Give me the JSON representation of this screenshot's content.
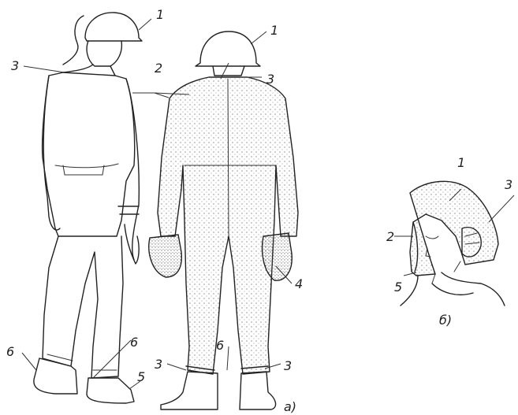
{
  "figure": {
    "callouts_a": {
      "c1_left": "1",
      "c1_right": "1",
      "c2": "2",
      "c3_left_top": "3",
      "c3_right_top": "3",
      "c4": "4",
      "c6_left_a": "6",
      "c6_left_b": "6",
      "c6_right": "6",
      "c3_bottom_left": "3",
      "c3_bottom_right": "3",
      "c5": "5",
      "panel_label": "a)"
    },
    "callouts_b": {
      "c1": "1",
      "c2": "2",
      "c3": "3",
      "c5": "5",
      "panel_label": "б)"
    }
  }
}
